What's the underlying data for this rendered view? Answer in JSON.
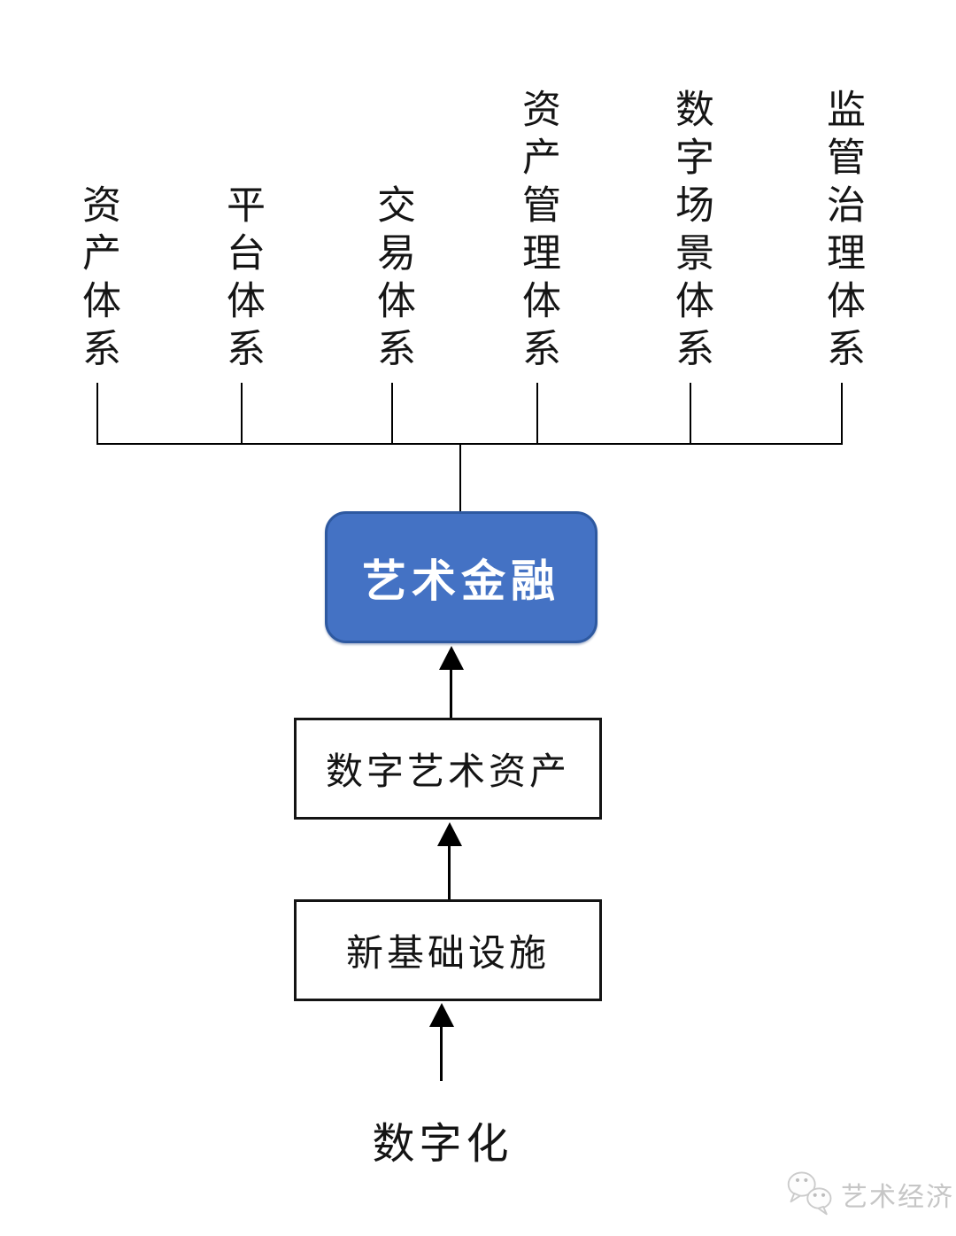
{
  "diagram": {
    "systems": [
      {
        "label": "资产体系"
      },
      {
        "label": "平台体系"
      },
      {
        "label": "交易体系"
      },
      {
        "label": "资产管理体系"
      },
      {
        "label": "数字场景体系"
      },
      {
        "label": "监管治理体系"
      }
    ],
    "center_node": {
      "label": "艺术金融"
    },
    "flow_nodes": [
      {
        "label": "数字艺术资产"
      },
      {
        "label": "新基础设施"
      }
    ],
    "source_label": "数字化",
    "colors": {
      "center_fill": "#4472c4",
      "center_border": "#2e59a0",
      "center_text": "#ffffff",
      "line": "#000000",
      "watermark": "#c6c6c6"
    }
  },
  "watermark": {
    "icon": "wechat-chat-bubbles-icon",
    "text": "艺术经济"
  }
}
